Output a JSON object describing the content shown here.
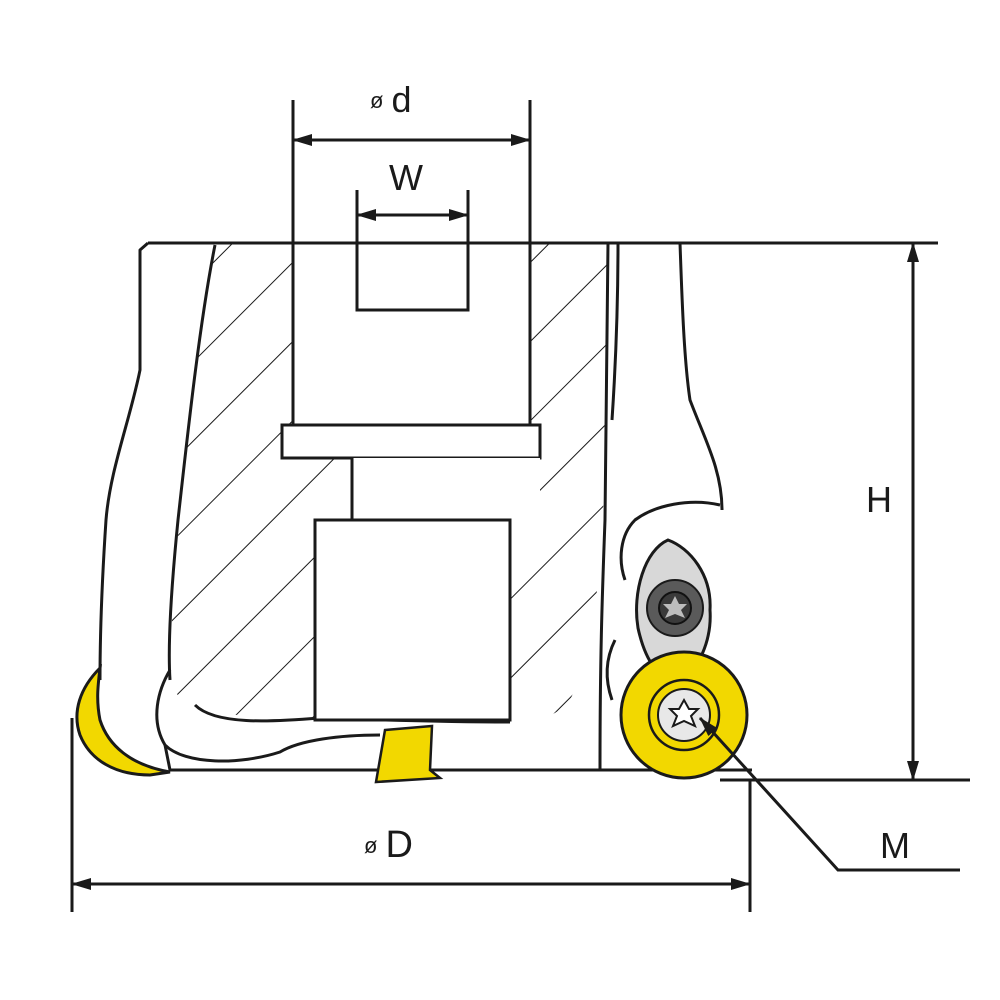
{
  "labels": {
    "bore_diameter": {
      "symbol": "ø",
      "letter": "d"
    },
    "keyway_width": "W",
    "height": "H",
    "cutter_diameter": {
      "symbol": "ø",
      "letter": "D"
    },
    "screw_thread": "M"
  },
  "colors": {
    "line": "#1a1a1a",
    "insert_yellow": "#f2d800",
    "screw_gray": "#5a5a5a",
    "background": "#ffffff"
  },
  "icons": {
    "screw_head": "torx-screw-icon"
  }
}
